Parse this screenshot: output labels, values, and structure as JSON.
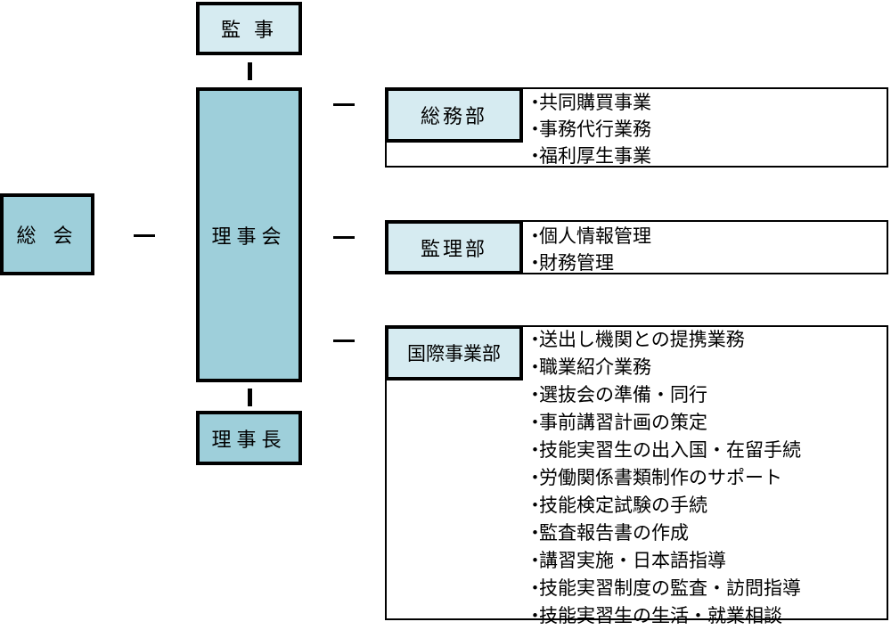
{
  "nodes": {
    "general_assembly": "総 会",
    "board": "理事会",
    "auditor": "監 事",
    "chairman": "理事長"
  },
  "departments": [
    {
      "name": "総務部",
      "duties": [
        "共同購買事業",
        "事務代行業務",
        "福利厚生事業"
      ]
    },
    {
      "name": "監理部",
      "duties": [
        "個人情報管理",
        "財務管理"
      ]
    },
    {
      "name": "国際事業部",
      "duties": [
        "送出し機関との提携業務",
        "職業紹介業務",
        "選抜会の準備・同行",
        "事前講習計画の策定",
        "技能実習生の出入国・在留手続",
        "労働関係書類制作のサポート",
        "技能検定試験の手続",
        "監査報告書の作成",
        "講習実施・日本語指導",
        "技能実習制度の監査・訪問指導",
        "技能実習生の生活・就業相談"
      ]
    }
  ],
  "colors": {
    "dark_box": "#9ecfda",
    "light_box": "#d6ebf1",
    "line": "#000000"
  }
}
